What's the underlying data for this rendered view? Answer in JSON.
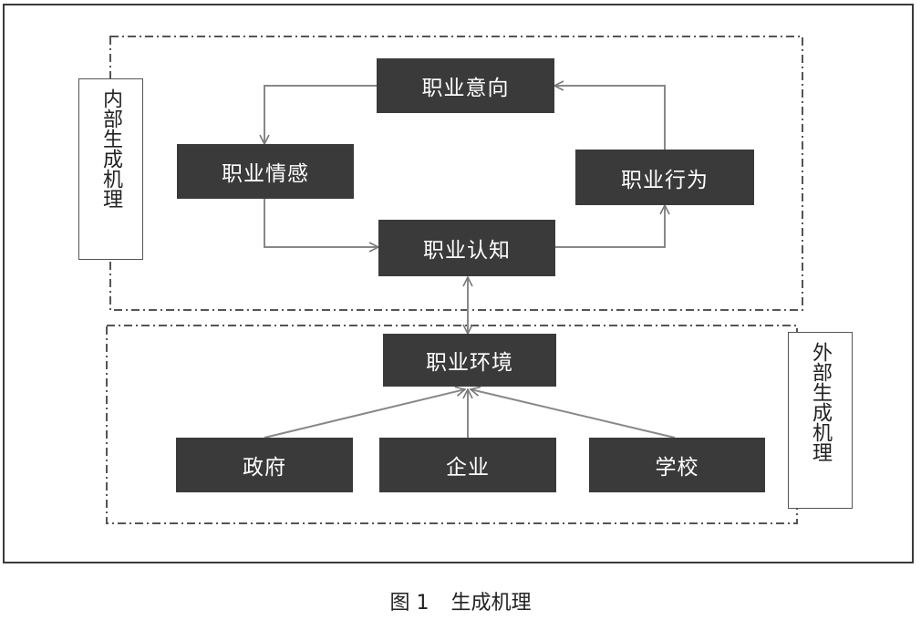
{
  "diagram": {
    "nodes": {
      "intention": "职业意向",
      "emotion": "职业情感",
      "behavior": "职业行为",
      "cognition": "职业认知",
      "environment": "职业环境",
      "government": "政府",
      "enterprise": "企业",
      "school": "学校"
    },
    "groups": {
      "internal": "内部生成机理",
      "external": "外部生成机理"
    }
  },
  "caption": {
    "figure_number": "图 1",
    "title": "生成机理"
  }
}
